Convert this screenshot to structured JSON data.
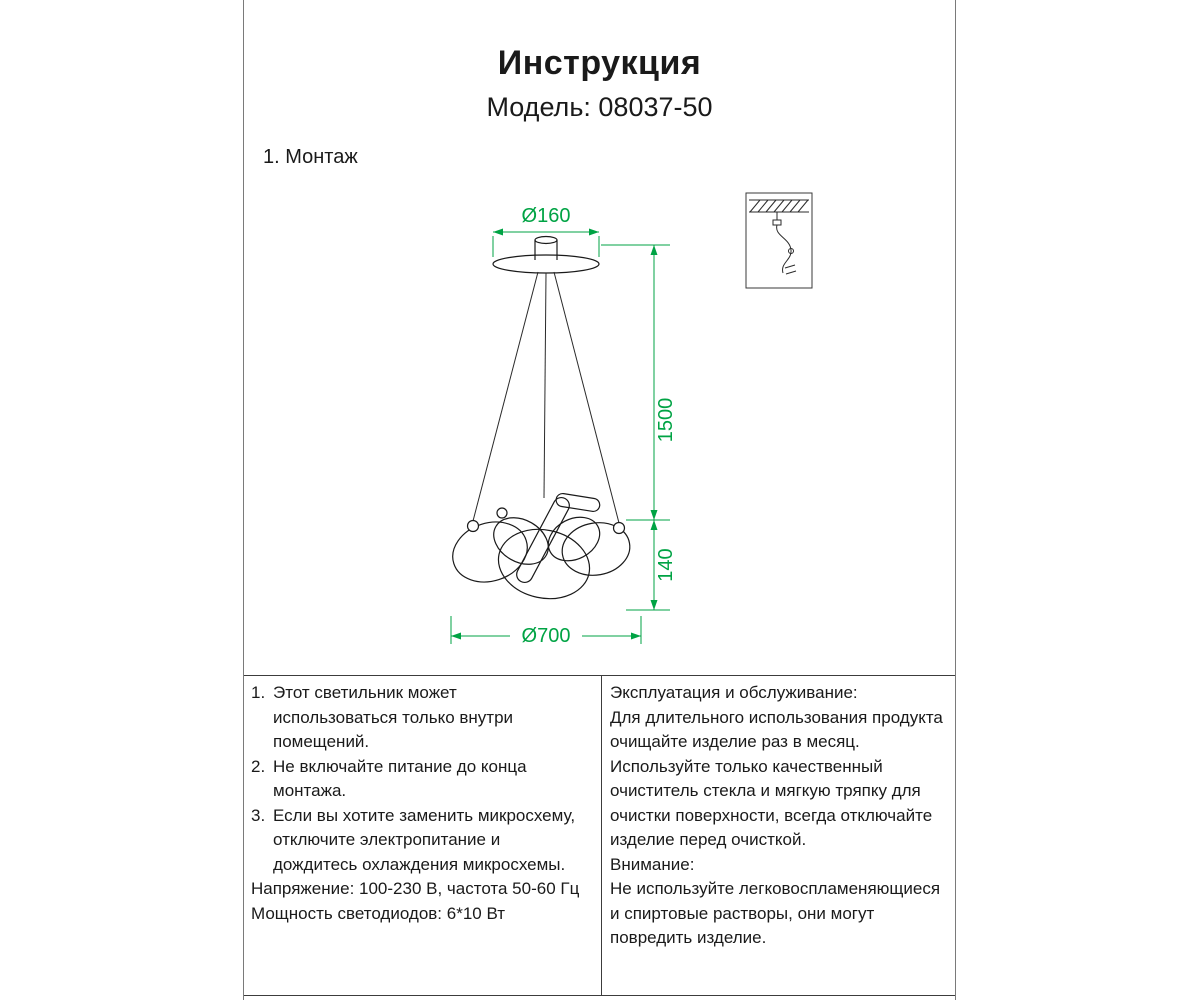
{
  "colors": {
    "dimension": "#00a344",
    "ink": "#1a1a1a"
  },
  "header": {
    "title": "Инструкция",
    "model_label": "Модель:",
    "model_value": "08037-50",
    "section": "1. Монтаж"
  },
  "diagram": {
    "dim_canopy_diameter": "Ø160",
    "dim_suspension_height": "1500",
    "dim_body_height": "140",
    "dim_body_diameter": "Ø700"
  },
  "notes": {
    "items": [
      {
        "num": "1.",
        "text": "Этот светильник может использоваться только внутри помещений."
      },
      {
        "num": "2.",
        "text": "Не включайте питание до конца монтажа."
      },
      {
        "num": "3.",
        "text": "Если вы хотите заменить микросхему, отключите электропитание и дождитесь охлаждения микросхемы."
      }
    ],
    "voltage": "Напряжение: 100-230 В, частота 50-60 Гц",
    "power": "Мощность светодиодов: 6*10 Вт"
  },
  "maintenance": {
    "title": "Эксплуатация и обслуживание:",
    "p1": "Для длительного использования продукта очищайте изделие раз в месяц.",
    "p2": "Используйте только качественный очиститель стекла и мягкую тряпку для очистки поверхности, всегда отключайте изделие перед очисткой.",
    "warning_title": "Внимание:",
    "warning_body": "Не используйте легковоспламеняющиеся и спиртовые растворы, они могут повредить изделие."
  }
}
